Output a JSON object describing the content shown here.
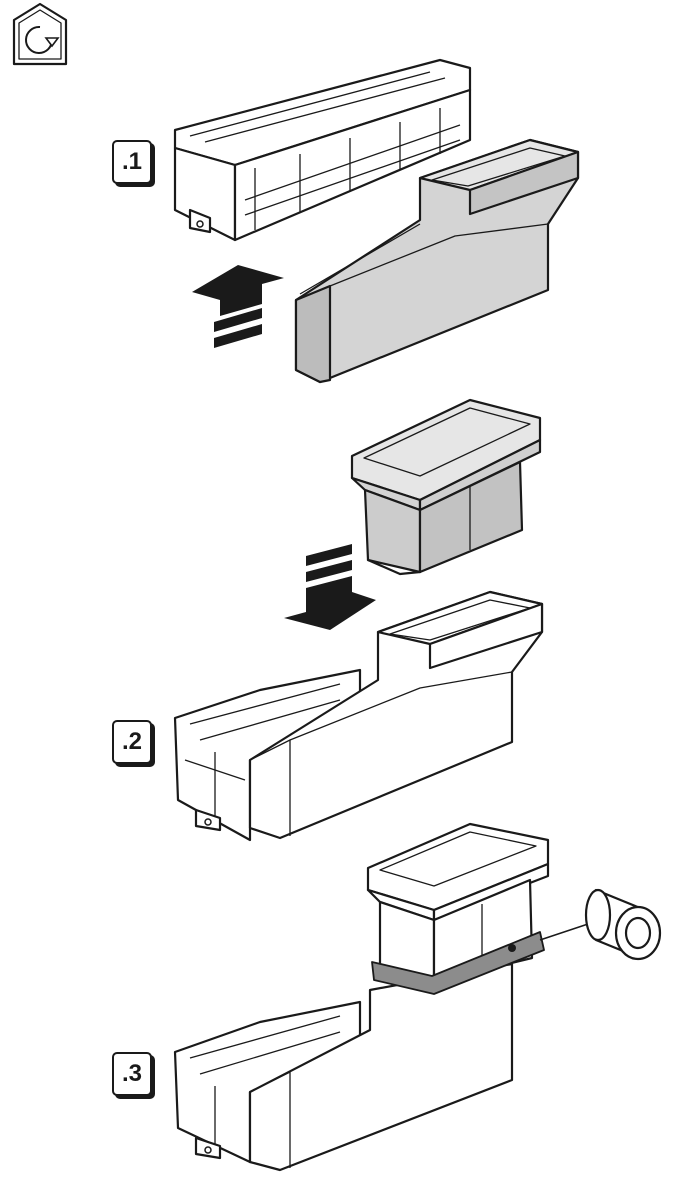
{
  "steps": [
    {
      "label": ".1"
    },
    {
      "label": ".2"
    },
    {
      "label": ".3"
    }
  ],
  "icons": {
    "header": "house-rotate-icon",
    "up_arrow": "arrow-up-icon",
    "down_arrow": "arrow-down-icon",
    "tape": "tape-roll-icon"
  },
  "colors": {
    "line": "#1a1a1a",
    "part_fill": "#d4d4d4",
    "part_fill_dark": "#b8b8b8",
    "tape_band": "#8c8c8c",
    "background": "#ffffff"
  }
}
